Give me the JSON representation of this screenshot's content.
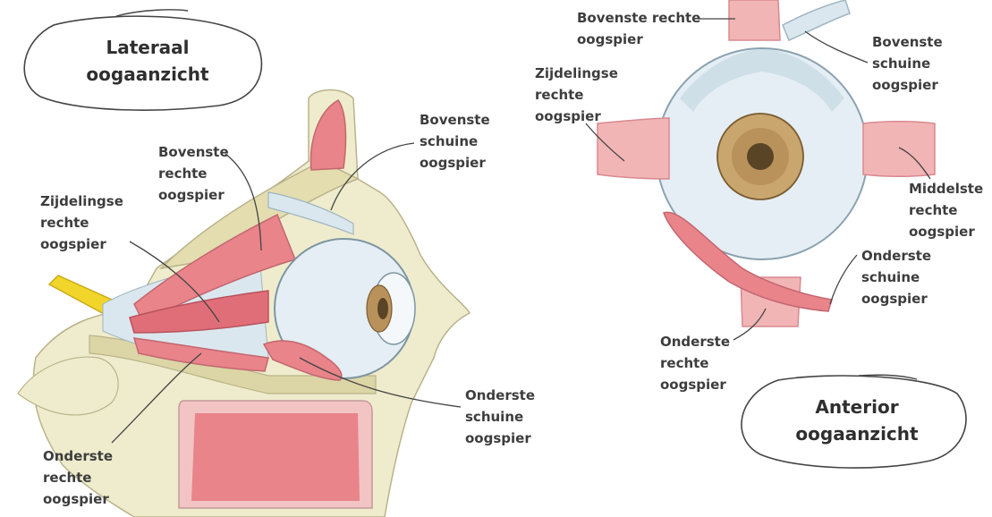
{
  "lateral": {
    "title": [
      "Lateraal",
      "oogaanzicht"
    ],
    "labels": {
      "superior_oblique": [
        "Bovenste",
        "schuine",
        "oogspier"
      ],
      "superior_rectus": [
        "Bovenste",
        "rechte",
        "oogspier"
      ],
      "lateral_rectus": [
        "Zijdelingse",
        "rechte",
        "oogspier"
      ],
      "inferior_oblique": [
        "Onderste",
        "schuine",
        "oogspier"
      ],
      "inferior_rectus": [
        "Onderste",
        "rechte",
        "oogspier"
      ]
    }
  },
  "anterior": {
    "title": [
      "Anterior",
      "oogaanzicht"
    ],
    "labels": {
      "superior_rectus": [
        "Bovenste rechte",
        "oogspier"
      ],
      "superior_oblique": [
        "Bovenste",
        "schuine",
        "oogspier"
      ],
      "lateral_rectus": [
        "Zijdelingse",
        "rechte",
        "oogspier"
      ],
      "medial_rectus": [
        "Middelste",
        "rechte",
        "oogspier"
      ],
      "inferior_oblique": [
        "Onderste",
        "schuine",
        "oogspier"
      ],
      "inferior_rectus": [
        "Onderste",
        "rechte",
        "oogspier"
      ]
    }
  },
  "colors": {
    "bone": "#efeccd",
    "muscle": "#e8848a",
    "muscle_light": "#f2b5b5",
    "eyeball": "#e4eef4",
    "nerve": "#f2d52a",
    "iris": "#b8925a",
    "outline": "#555555"
  }
}
